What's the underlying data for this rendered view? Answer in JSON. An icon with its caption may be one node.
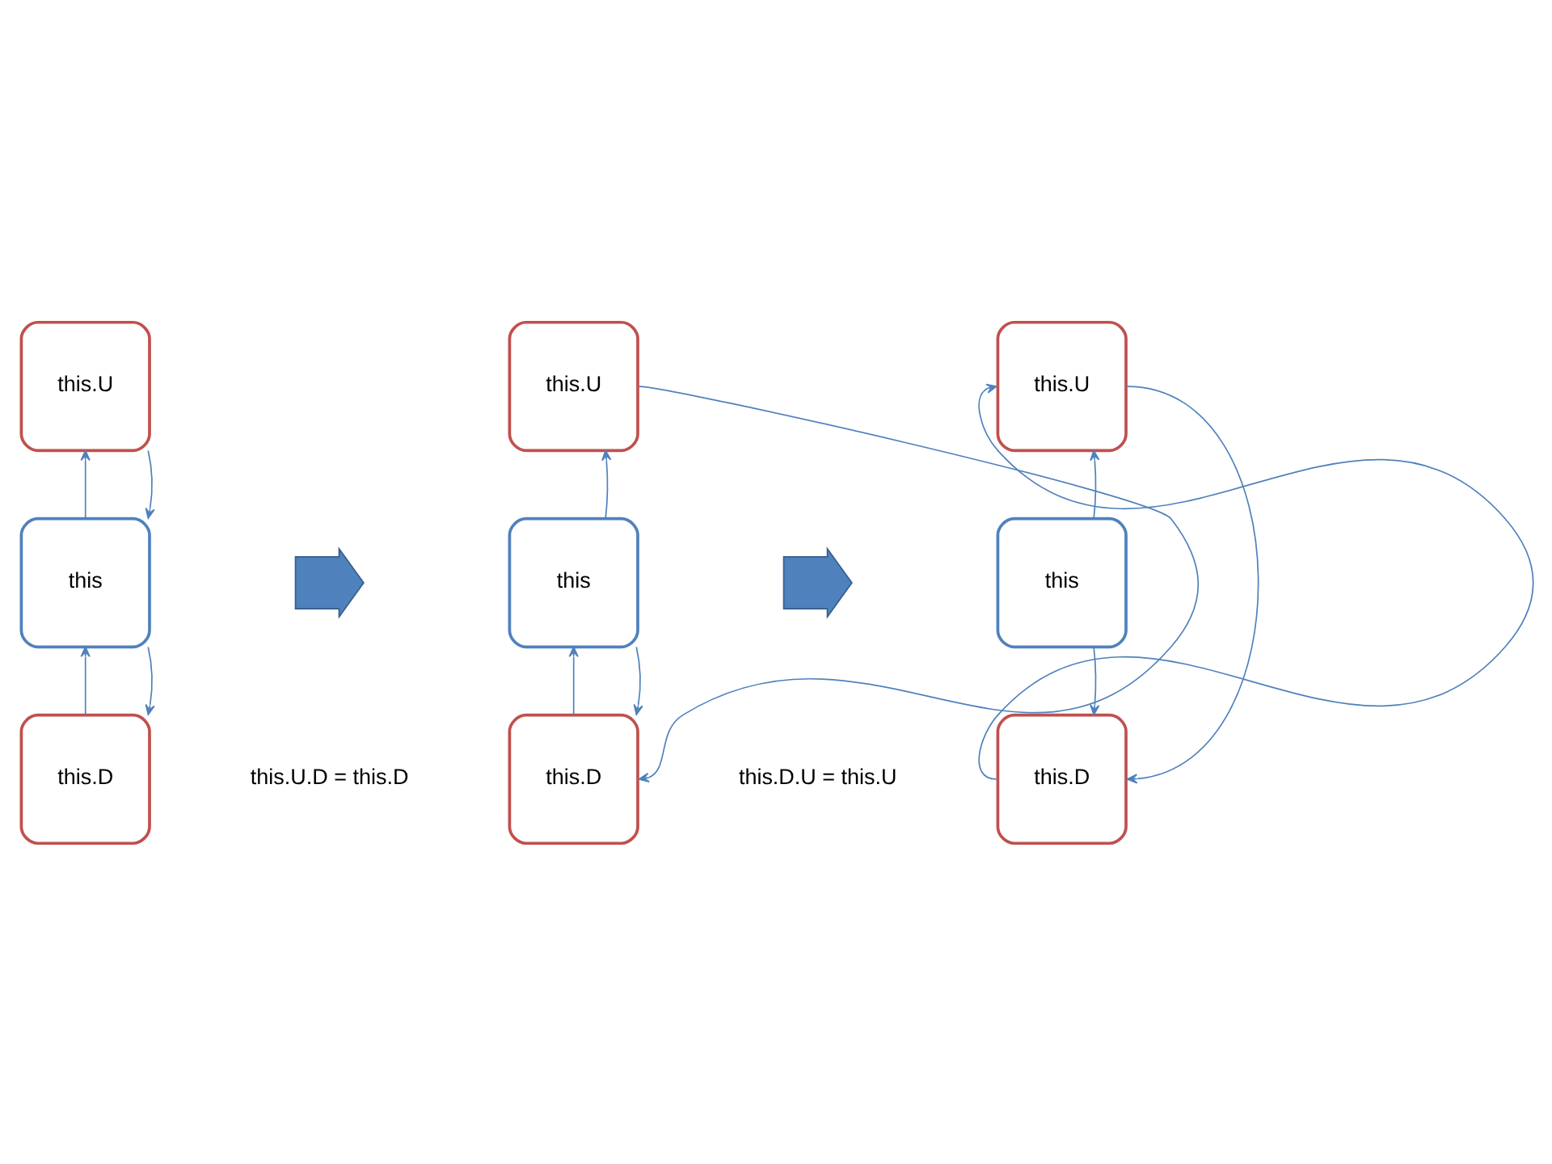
{
  "diagram": {
    "nodes": [
      {
        "text": [
          "this.U"
        ]
      },
      {
        "text": [
          "this"
        ]
      },
      {
        "text": [
          "this.D"
        ]
      },
      {
        "text": [],
        "shape": "arrow"
      },
      {
        "text": [
          "this.U"
        ]
      },
      {
        "text": [
          "this"
        ]
      },
      {
        "text": [
          "this.D"
        ]
      },
      {
        "text": [],
        "shape": "arrow"
      },
      {
        "text": [
          "this.U"
        ]
      },
      {
        "text": [
          "this"
        ]
      },
      {
        "text": [
          "this.D"
        ]
      }
    ],
    "edges": [
      {
        "from": 1,
        "to": 0,
        "arrow": "to"
      },
      {
        "from": 0,
        "to": 1,
        "arrow": "to"
      },
      {
        "from": 2,
        "to": 1,
        "arrow": "to"
      },
      {
        "from": 1,
        "to": 2,
        "arrow": "to"
      },
      {
        "from": 5,
        "to": 4,
        "arrow": "to"
      },
      {
        "from": 6,
        "to": 5,
        "arrow": "to"
      },
      {
        "from": 5,
        "to": 6,
        "arrow": "to"
      },
      {
        "from": 4,
        "to": 6,
        "arrow": "to"
      },
      {
        "from": 9,
        "to": 8,
        "arrow": "to"
      },
      {
        "from": 9,
        "to": 10,
        "arrow": "to"
      },
      {
        "from": 10,
        "to": 8,
        "arrow": "to"
      },
      {
        "from": 8,
        "to": 10,
        "arrow": "to"
      }
    ],
    "labels": [
      "this.U.D = this.D",
      "this.D.U = this.U"
    ]
  }
}
